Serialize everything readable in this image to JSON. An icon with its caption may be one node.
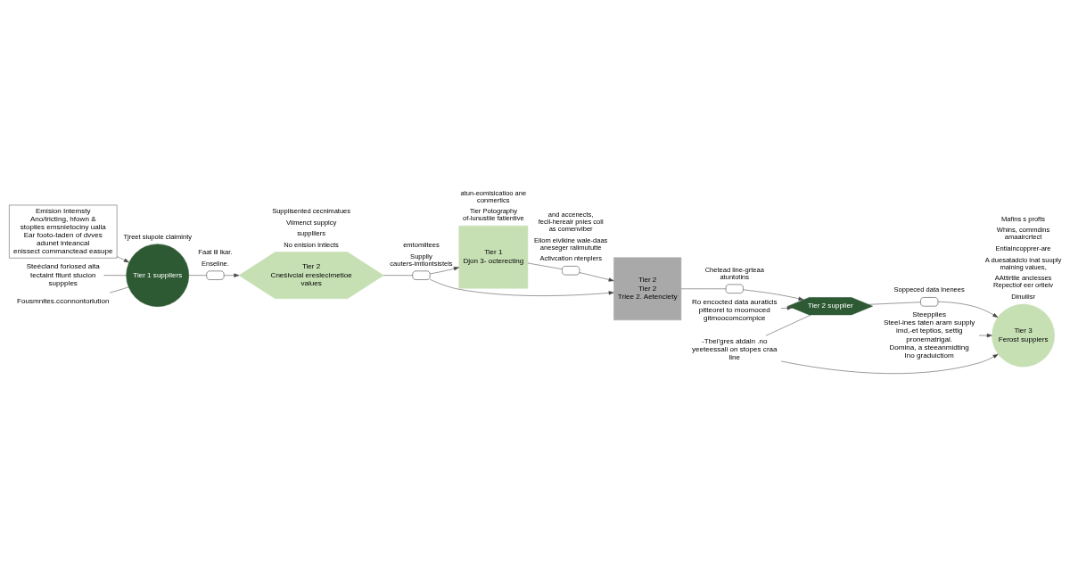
{
  "diagram": {
    "nodes": [
      {
        "text": [
          "Emision Intemsty",
          "Ano/lricting, hfown & stoplies emsnietociny ualla",
          "Ear footo-taden of dvves adunet inteancal",
          "enissect commanctead easupe"
        ]
      },
      {
        "text": [
          "Steepplies",
          "Steel-ines taten aram supply",
          "imd,-et teptios, settig pronematrigal.",
          "Domina, a steeanmidting",
          "Ino graduictiom"
        ]
      },
      {
        "text": [
          "Tier 1 suppliers"
        ]
      },
      {
        "text": [
          "Steécland foriosed aita tectaint fitunt stucion suppples"
        ]
      },
      {
        "text": [],
        "shape": "box"
      },
      {
        "text": [
          "Tier 2",
          "Cneśivcial ereslecimetioe values"
        ]
      },
      {
        "text": [
          "Fousmnites.cconnontorlution"
        ]
      },
      {
        "text": [],
        "shape": "box"
      },
      {
        "text": [
          "Tier 1",
          "Djon 3- octerecting"
        ]
      },
      {
        "text": [],
        "shape": "box"
      },
      {
        "text": [
          "Tier 2",
          "Tier 2",
          "Triee 2. Aetenciety"
        ]
      },
      {
        "text": [],
        "shape": "box"
      },
      {
        "text": [
          "Tier 2 supplier"
        ]
      },
      {
        "text": [
          "-Tbei'gres atdaln .no yeeteessali on stopes craa line"
        ]
      },
      {
        "text": [
          "Ro encocted data auraticls pitteorel to moomoced gitmoocomcompice"
        ]
      },
      {
        "text": [],
        "shape": "box"
      },
      {
        "text": [
          "Tier 3",
          "Ferost suppiers"
        ]
      }
    ],
    "edges": [
      {
        "from": 0,
        "to": 2,
        "arrow": "to"
      },
      {
        "from": 3,
        "to": 2,
        "arrow": "none"
      },
      {
        "from": 6,
        "to": 2,
        "arrow": "none"
      },
      {
        "from": 2,
        "to": 4,
        "arrow": "none"
      },
      {
        "from": 4,
        "to": 5,
        "arrow": "to"
      },
      {
        "from": 5,
        "to": 7,
        "arrow": "none"
      },
      {
        "from": 7,
        "to": 8,
        "arrow": "to"
      },
      {
        "from": 7,
        "to": 10,
        "arrow": "to"
      },
      {
        "from": 8,
        "to": 9,
        "arrow": "none"
      },
      {
        "from": 9,
        "to": 10,
        "arrow": "to"
      },
      {
        "from": 10,
        "to": 11,
        "arrow": "none"
      },
      {
        "from": 11,
        "to": 12,
        "arrow": "to"
      },
      {
        "from": 13,
        "to": 12,
        "arrow": "none"
      },
      {
        "from": 13,
        "to": 16,
        "arrow": "to"
      },
      {
        "from": 14,
        "to": 12,
        "arrow": "to"
      },
      {
        "from": 12,
        "to": 15,
        "arrow": "none"
      },
      {
        "from": 15,
        "to": 16,
        "arrow": "to"
      },
      {
        "from": 1,
        "to": 16,
        "arrow": "to"
      }
    ],
    "labels": [
      "Enseline.",
      "Faat lil lkar.",
      "Tjreet siupole claiminty",
      "No enision Intiects",
      "suppliiers",
      "Viimenct supplcy",
      "Suppiisented cecnimatues",
      "Supplly cauters-imtiontsistels",
      "emtomiitees",
      "Chetead line-grteaa atuntotins",
      "Tier Potography of-lunustiie fatientive",
      "atun-eomisicatioo ane conmertics",
      "Activcation ntenplers",
      "Eilom eivikine wale-daas aneseger ralimututte",
      "and accenects, fecll-herealr pnies coll as comenviber",
      "Soppeced data lnenees",
      "Dinuiiisr",
      "AAttirtlie anclesses Repectiof eer ortleiv",
      "A duesatadclo inat suuply maining values,",
      "Entialncopprer-are",
      "Whins, commdins amaaircrtect",
      "Mafins s profts"
    ]
  }
}
